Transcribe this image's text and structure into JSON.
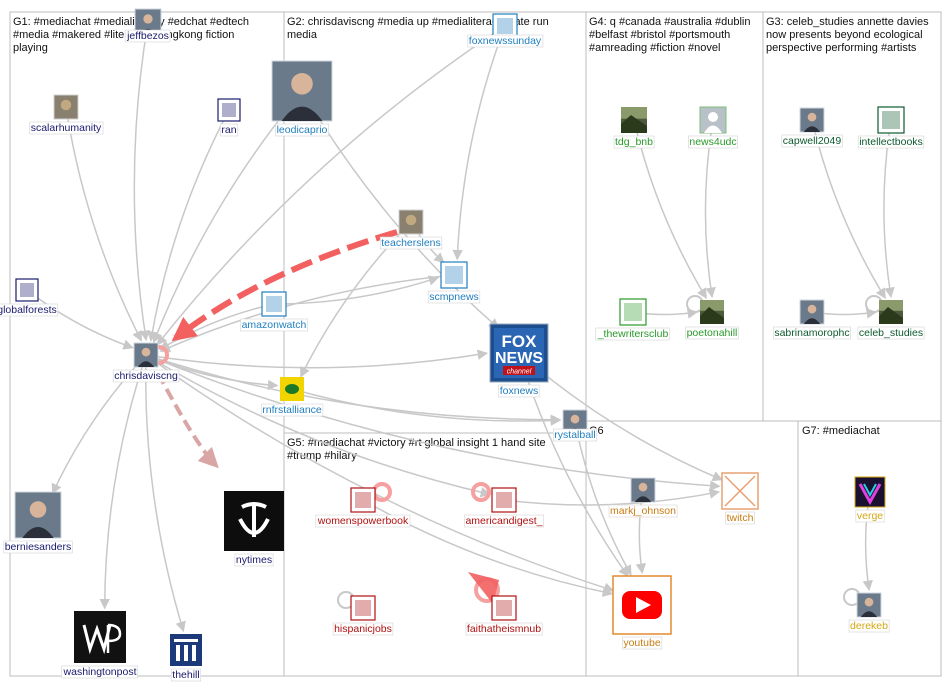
{
  "groups": [
    {
      "id": "G1",
      "title_lines": [
        "G1: #mediachat #medialiteracy #edchat #edtech",
        "#media #makered #literacy #hongkong fiction",
        "playing"
      ]
    },
    {
      "id": "G2",
      "title_lines": [
        "G2: chrisdaviscng #media up #medialiteracy state run",
        "media"
      ]
    },
    {
      "id": "G3",
      "title_lines": [
        "G3: celeb_studies annette davies",
        "now presents beyond ecological",
        "perspective performing #artists"
      ]
    },
    {
      "id": "G4",
      "title_lines": [
        "G4: q #canada #australia #dublin",
        "#belfast #bristol #portsmouth",
        "#amreading #fiction #novel"
      ]
    },
    {
      "id": "G5",
      "title_lines": [
        "G5: #mediachat #victory #rt global insight 1 hand site",
        "#trump #hilary"
      ]
    },
    {
      "id": "G6",
      "title_lines": [
        "G6"
      ]
    },
    {
      "id": "G7",
      "title_lines": [
        "G7: #mediachat"
      ]
    }
  ],
  "colors": {
    "g1": "#1a1a6e",
    "g2": "#1f7fbf",
    "g3": "#0e5a2f",
    "g4": "#2a9a2a",
    "g5": "#b01010",
    "g6": "#c87c12",
    "g7": "#d4a814",
    "edge": "#c8c8c8",
    "highlight": "#f26060",
    "highlight2": "#d9a5a5"
  },
  "nodes": [
    {
      "id": "jeffbezos",
      "label": "jeffbezos",
      "group": "g1",
      "icon": "person-photo-icon"
    },
    {
      "id": "scalarhumanity",
      "label": "scalarhumanity",
      "group": "g1",
      "icon": "avatar-icon"
    },
    {
      "id": "ran",
      "label": "ran",
      "group": "g1",
      "icon": "logo-icon"
    },
    {
      "id": "globalforests",
      "label": "globalforests",
      "group": "g1",
      "icon": "logo-icon"
    },
    {
      "id": "chrisdaviscng",
      "label": "chrisdaviscng",
      "group": "g1",
      "icon": "person-photo-icon"
    },
    {
      "id": "berniesanders",
      "label": "berniesanders",
      "group": "g1",
      "icon": "person-photo-icon"
    },
    {
      "id": "nytimes",
      "label": "nytimes",
      "group": "g1",
      "icon": "nyt-logo-icon"
    },
    {
      "id": "washingtonpost",
      "label": "washingtonpost",
      "group": "g1",
      "icon": "wp-logo-icon"
    },
    {
      "id": "thehill",
      "label": "thehill",
      "group": "g1",
      "icon": "thehill-logo-icon"
    },
    {
      "id": "foxnewssunday",
      "label": "foxnewssunday",
      "group": "g2",
      "icon": "logo-icon"
    },
    {
      "id": "leodicaprio",
      "label": "leodicaprio",
      "group": "g2",
      "icon": "person-photo-icon"
    },
    {
      "id": "teacherslens",
      "label": "teacherslens",
      "group": "g2",
      "icon": "avatar-icon"
    },
    {
      "id": "scmpnews",
      "label": "scmpnews",
      "group": "g2",
      "icon": "logo-icon"
    },
    {
      "id": "amazonwatch",
      "label": "amazonwatch",
      "group": "g2",
      "icon": "logo-icon"
    },
    {
      "id": "foxnews",
      "label": "foxnews",
      "group": "g2",
      "icon": "foxnews-logo-icon",
      "logo_top": "FOX",
      "logo_mid": "NEWS",
      "logo_bot": "channel"
    },
    {
      "id": "rnfrstalliance",
      "label": "rnfrstalliance",
      "group": "g2",
      "icon": "frog-logo-icon"
    },
    {
      "id": "crystalball",
      "label": "rystalball",
      "group": "g2",
      "icon": "person-photo-icon"
    },
    {
      "id": "tdg_bnb",
      "label": "tdg_bnb",
      "group": "g4",
      "icon": "landscape-icon"
    },
    {
      "id": "news4udc",
      "label": "news4udc",
      "group": "g4",
      "icon": "default-avatar-icon"
    },
    {
      "id": "thewritersclub",
      "label": "_thewritersclub",
      "group": "g4",
      "icon": "logo-icon"
    },
    {
      "id": "poetonahill",
      "label": "poetonahill",
      "group": "g4",
      "icon": "landscape-icon"
    },
    {
      "id": "capwell2049",
      "label": "capwell2049",
      "group": "g3",
      "icon": "person-photo-icon"
    },
    {
      "id": "intellectbooks",
      "label": "intellectbooks",
      "group": "g3",
      "icon": "logo-icon"
    },
    {
      "id": "sabrinamorophc",
      "label": "sabrinamorophc",
      "group": "g3",
      "icon": "person-photo-icon"
    },
    {
      "id": "celeb_studies",
      "label": "celeb_studies",
      "group": "g3",
      "icon": "landscape-icon"
    },
    {
      "id": "womenspowerbook",
      "label": "womenspowerbook",
      "group": "g5",
      "icon": "logo-icon"
    },
    {
      "id": "americandigest",
      "label": "americandigest_",
      "group": "g5",
      "icon": "logo-icon"
    },
    {
      "id": "hispanicjobs",
      "label": "hispanicjobs",
      "group": "g5",
      "icon": "logo-icon"
    },
    {
      "id": "faithatheismnub",
      "label": "faithatheismnub",
      "group": "g5",
      "icon": "logo-icon"
    },
    {
      "id": "markj_ohnson",
      "label": "markj_ohnson",
      "group": "g6",
      "icon": "person-photo-icon"
    },
    {
      "id": "twitch",
      "label": "twitch",
      "group": "g6",
      "icon": "missing-image-icon"
    },
    {
      "id": "youtube",
      "label": "youtube",
      "group": "g6",
      "icon": "youtube-logo-icon"
    },
    {
      "id": "verge",
      "label": "verge",
      "group": "g7",
      "icon": "verge-logo-icon"
    },
    {
      "id": "derekeb",
      "label": "derekeb",
      "group": "g7",
      "icon": "person-photo-icon"
    }
  ],
  "edges": [
    [
      "jeffbezos",
      "chrisdaviscng"
    ],
    [
      "scalarhumanity",
      "chrisdaviscng"
    ],
    [
      "ran",
      "chrisdaviscng"
    ],
    [
      "globalforests",
      "chrisdaviscng"
    ],
    [
      "leodicaprio",
      "chrisdaviscng"
    ],
    [
      "amazonwatch",
      "chrisdaviscng"
    ],
    [
      "scmpnews",
      "chrisdaviscng"
    ],
    [
      "foxnewssunday",
      "chrisdaviscng"
    ],
    [
      "chrisdaviscng",
      "berniesanders"
    ],
    [
      "chrisdaviscng",
      "washingtonpost"
    ],
    [
      "chrisdaviscng",
      "thehill"
    ],
    [
      "chrisdaviscng",
      "rnfrstalliance"
    ],
    [
      "chrisdaviscng",
      "foxnews"
    ],
    [
      "chrisdaviscng",
      "crystalball"
    ],
    [
      "chrisdaviscng",
      "twitch"
    ],
    [
      "chrisdaviscng",
      "youtube"
    ],
    [
      "chrisdaviscng",
      "americandigest"
    ],
    [
      "leodicaprio",
      "foxnews"
    ],
    [
      "foxnewssunday",
      "scmpnews"
    ],
    [
      "teacherslens",
      "scmpnews"
    ],
    [
      "teacherslens",
      "rnfrstalliance"
    ],
    [
      "amazonwatch",
      "scmpnews"
    ],
    [
      "rnfrstalliance",
      "crystalball"
    ],
    [
      "foxnews",
      "twitch"
    ],
    [
      "foxnews",
      "youtube"
    ],
    [
      "crystalball",
      "youtube"
    ],
    [
      "markj_ohnson",
      "youtube"
    ],
    [
      "womenspowerbook",
      "youtube"
    ],
    [
      "americandigest",
      "twitch"
    ],
    [
      "tdg_bnb",
      "poetonahill"
    ],
    [
      "news4udc",
      "poetonahill"
    ],
    [
      "thewritersclub",
      "poetonahill"
    ],
    [
      "capwell2049",
      "celeb_studies"
    ],
    [
      "intellectbooks",
      "celeb_studies"
    ],
    [
      "sabrinamorophc",
      "celeb_studies"
    ],
    [
      "verge",
      "derekeb"
    ]
  ],
  "highlight_edges": [
    {
      "from": "teacherslens",
      "to": "chrisdaviscng",
      "style": "thick-dashed"
    },
    {
      "from": "chrisdaviscng",
      "to": "nytimes",
      "style": "light-dashed"
    }
  ],
  "self_loops": [
    "chrisdaviscng",
    "womenspowerbook",
    "americandigest",
    "hispanicjobs",
    "faithatheismnub",
    "poetonahill",
    "celeb_studies",
    "derekeb"
  ]
}
